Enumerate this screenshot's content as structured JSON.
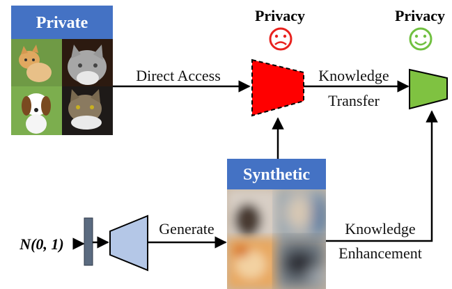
{
  "private_label": "Private",
  "synthetic_label": "Synthetic",
  "teacher_privacy": {
    "label": "Privacy",
    "icon": "frowning-face-icon",
    "icon_glyph": "☹",
    "color": "#e8211d"
  },
  "student_privacy": {
    "label": "Privacy",
    "icon": "smiling-face-icon",
    "icon_glyph": "☺",
    "color": "#70c040"
  },
  "direct_access": "Direct Access",
  "knowledge_transfer_line1": "Knowledge",
  "knowledge_transfer_line2": "Transfer",
  "generate": "Generate",
  "knowledge_enhancement_line1": "Knowledge",
  "knowledge_enhancement_line2": "Enhancement",
  "noise_label": "N(0, 1)",
  "colors": {
    "label_bg": "#4472c4",
    "teacher": "#ff0000",
    "student": "#7fc241",
    "generator": "#b4c7e7",
    "noise_bar": "#5b6b80"
  }
}
